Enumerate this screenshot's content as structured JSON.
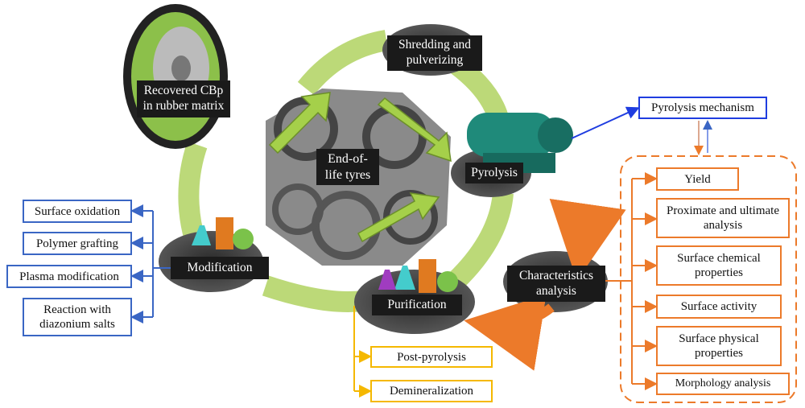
{
  "center": {
    "label": "End-of-life tyres"
  },
  "stages": {
    "recovered": "Recovered CBp in rubber matrix",
    "shredding": "Shredding and pulverizing",
    "pyrolysis": "Pyrolysis",
    "characteristics": "Characteristics analysis",
    "purification": "Purification",
    "modification": "Modification"
  },
  "pyrolysis_mechanism": "Pyrolysis mechanism",
  "modification_methods": [
    "Surface oxidation",
    "Polymer grafting",
    "Plasma modification",
    "Reaction with diazonium salts"
  ],
  "purification_methods": [
    "Post-pyrolysis",
    "Demineralization"
  ],
  "characteristics_items": [
    "Yield",
    "Proximate and ultimate analysis",
    "Surface chemical properties",
    "Surface activity",
    "Surface physical properties",
    "Morphology analysis"
  ],
  "colors": {
    "green_cycle": "#b5d56a",
    "blue": "#3a66c4",
    "orange": "#ec7a2a",
    "yellow": "#f5b800"
  }
}
